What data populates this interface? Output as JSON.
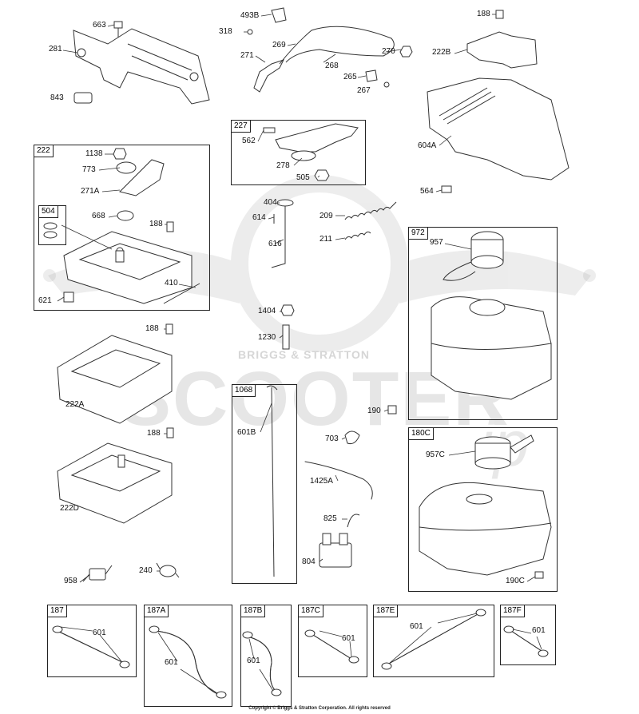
{
  "watermark": {
    "brand": "BRIGGS & STRATTON",
    "word": "SCOOTER",
    "suffix": "ip"
  },
  "copyright": "Copyright © Briggs & Stratton Corporation. All rights reserved",
  "boxes": {
    "b222": "222",
    "b504": "504",
    "b227": "227",
    "b972": "972",
    "b1068": "1068",
    "b180c": "180C",
    "b187": "187",
    "b187a": "187A",
    "b187b": "187B",
    "b187c": "187C",
    "b187e": "187E",
    "b187f": "187F"
  },
  "labels": {
    "l663": "663",
    "l281": "281",
    "l843": "843",
    "l493b": "493B",
    "l318": "318",
    "l269": "269",
    "l271": "271",
    "l268": "268",
    "l270": "270",
    "l265": "265",
    "l267": "267",
    "l188a": "188",
    "l222b": "222B",
    "l604a": "604A",
    "l562": "562",
    "l278": "278",
    "l505": "505",
    "l1138": "1138",
    "l773": "773",
    "l271a": "271A",
    "l668": "668",
    "l188b": "188",
    "l410": "410",
    "l621": "621",
    "l404": "404",
    "l614": "614",
    "l209": "209",
    "l616": "616",
    "l211": "211",
    "l564": "564",
    "l957": "957",
    "l1404": "1404",
    "l1230": "1230",
    "l188c": "188",
    "l222a": "222A",
    "l188d": "188",
    "l222d": "222D",
    "l601b": "601B",
    "l190": "190",
    "l703": "703",
    "l957c": "957C",
    "l1425a": "1425A",
    "l825": "825",
    "l804": "804",
    "l190c": "190C",
    "l958": "958",
    "l240": "240",
    "l601_187": "601",
    "l601_187a": "601",
    "l601_187b": "601",
    "l601_187c": "601",
    "l601_187e": "601",
    "l601_187f": "601"
  }
}
